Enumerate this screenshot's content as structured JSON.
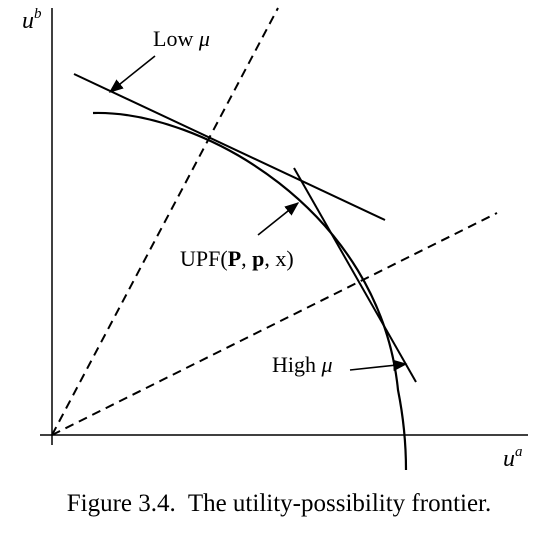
{
  "diagram": {
    "axis_x_label": {
      "base": "u",
      "sup": "a"
    },
    "axis_y_label": {
      "base": "u",
      "sup": "b"
    },
    "label_low": {
      "text": "Low ",
      "symbol": "μ"
    },
    "label_high": {
      "text": "High ",
      "symbol": "μ"
    },
    "label_upf": {
      "prefix": "UPF(",
      "p_upper": "P",
      "sep1": ", ",
      "p_lower": "p",
      "sep2": ", ",
      "suffix": "x)"
    }
  },
  "caption": {
    "figure": "Figure 3.4.",
    "text": "The utility-possibility frontier."
  },
  "colors": {
    "ink": "#000000",
    "background": "#ffffff"
  }
}
